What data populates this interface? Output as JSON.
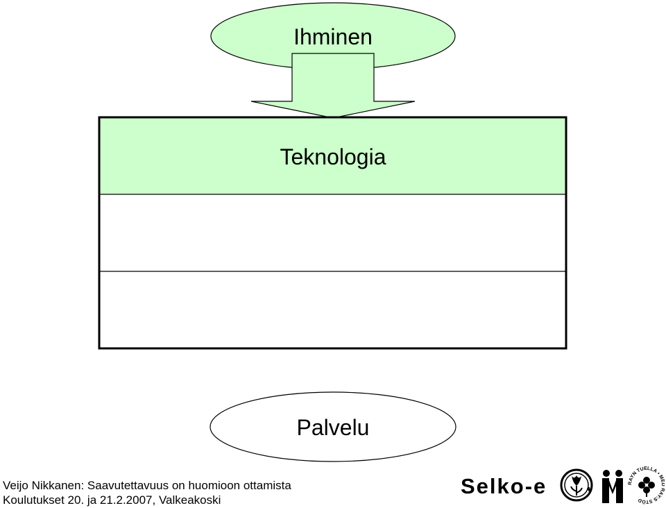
{
  "diagram": {
    "top_node": "Ihminen",
    "middle_node": "Teknologia",
    "bottom_node": "Palvelu"
  },
  "footer": {
    "line1": "Veijo Nikkanen: Saavutettavuus on huomioon ottamista",
    "line2": "Koulutukset 20. ja 21.2.2007, Valkeakoski"
  },
  "brand": {
    "name": "Selko-e",
    "seal_text": "RAYN TUELLA • MED RAY:S STÖD"
  },
  "colors": {
    "node_fill": "#ccffcc",
    "stroke": "#000000"
  },
  "icons": [
    "tulip-seal-icon",
    "people-figure-icon",
    "ray-clover-seal-icon"
  ]
}
